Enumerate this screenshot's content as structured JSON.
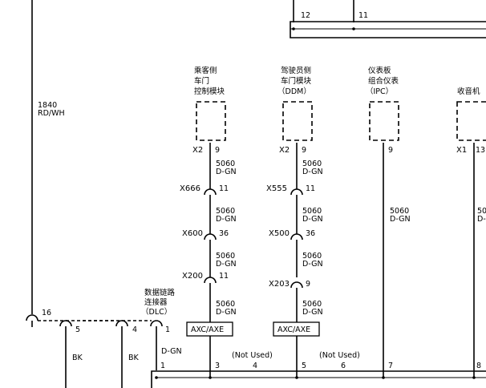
{
  "top_connector": {
    "pin_left": "12",
    "pin_right": "11"
  },
  "left_wire": {
    "circuit": "1840",
    "color": "RD/WH",
    "pin": "16"
  },
  "modules": {
    "pdm": {
      "name_lines": [
        "乘客侧",
        "车门",
        "控制模块"
      ],
      "connector": "X2",
      "pin": "9"
    },
    "ddm": {
      "name_lines": [
        "驾驶员侧",
        "车门模块",
        "（DDM）"
      ],
      "connector": "X2",
      "pin": "9"
    },
    "ipc": {
      "name_lines": [
        "仪表板",
        "组合仪表",
        "（IPC）"
      ],
      "pin": "9"
    },
    "radio": {
      "name_lines": [
        "收音机"
      ],
      "connector": "X1",
      "pin": "13"
    }
  },
  "wire_label": {
    "circuit": "5060",
    "color": "D-GN"
  },
  "radio_wire_partial": {
    "circuit": "50",
    "color": "D-"
  },
  "left_chain": [
    {
      "connector": "X666",
      "pin": "11"
    },
    {
      "connector": "X600",
      "pin": "36"
    },
    {
      "connector": "X200",
      "pin": "11"
    }
  ],
  "right_chain": [
    {
      "connector": "X555",
      "pin": "11"
    },
    {
      "connector": "X500",
      "pin": "36"
    },
    {
      "connector": "X203",
      "pin": "9"
    }
  ],
  "splice_label": "AXC/AXE",
  "dlc": {
    "name_lines": [
      "数据链路",
      "连接器",
      "（DLC）"
    ],
    "pin": "1",
    "wire_color": "D-GN"
  },
  "ground_pins": [
    {
      "pin": "5",
      "color": "BK"
    },
    {
      "pin": "4",
      "color": "BK"
    }
  ],
  "bottom_pins": {
    "p1": "1",
    "p3": "3",
    "p4": "4",
    "p5": "5",
    "p6": "6",
    "p7": "7",
    "p8": "8"
  },
  "not_used": "(Not Used)"
}
